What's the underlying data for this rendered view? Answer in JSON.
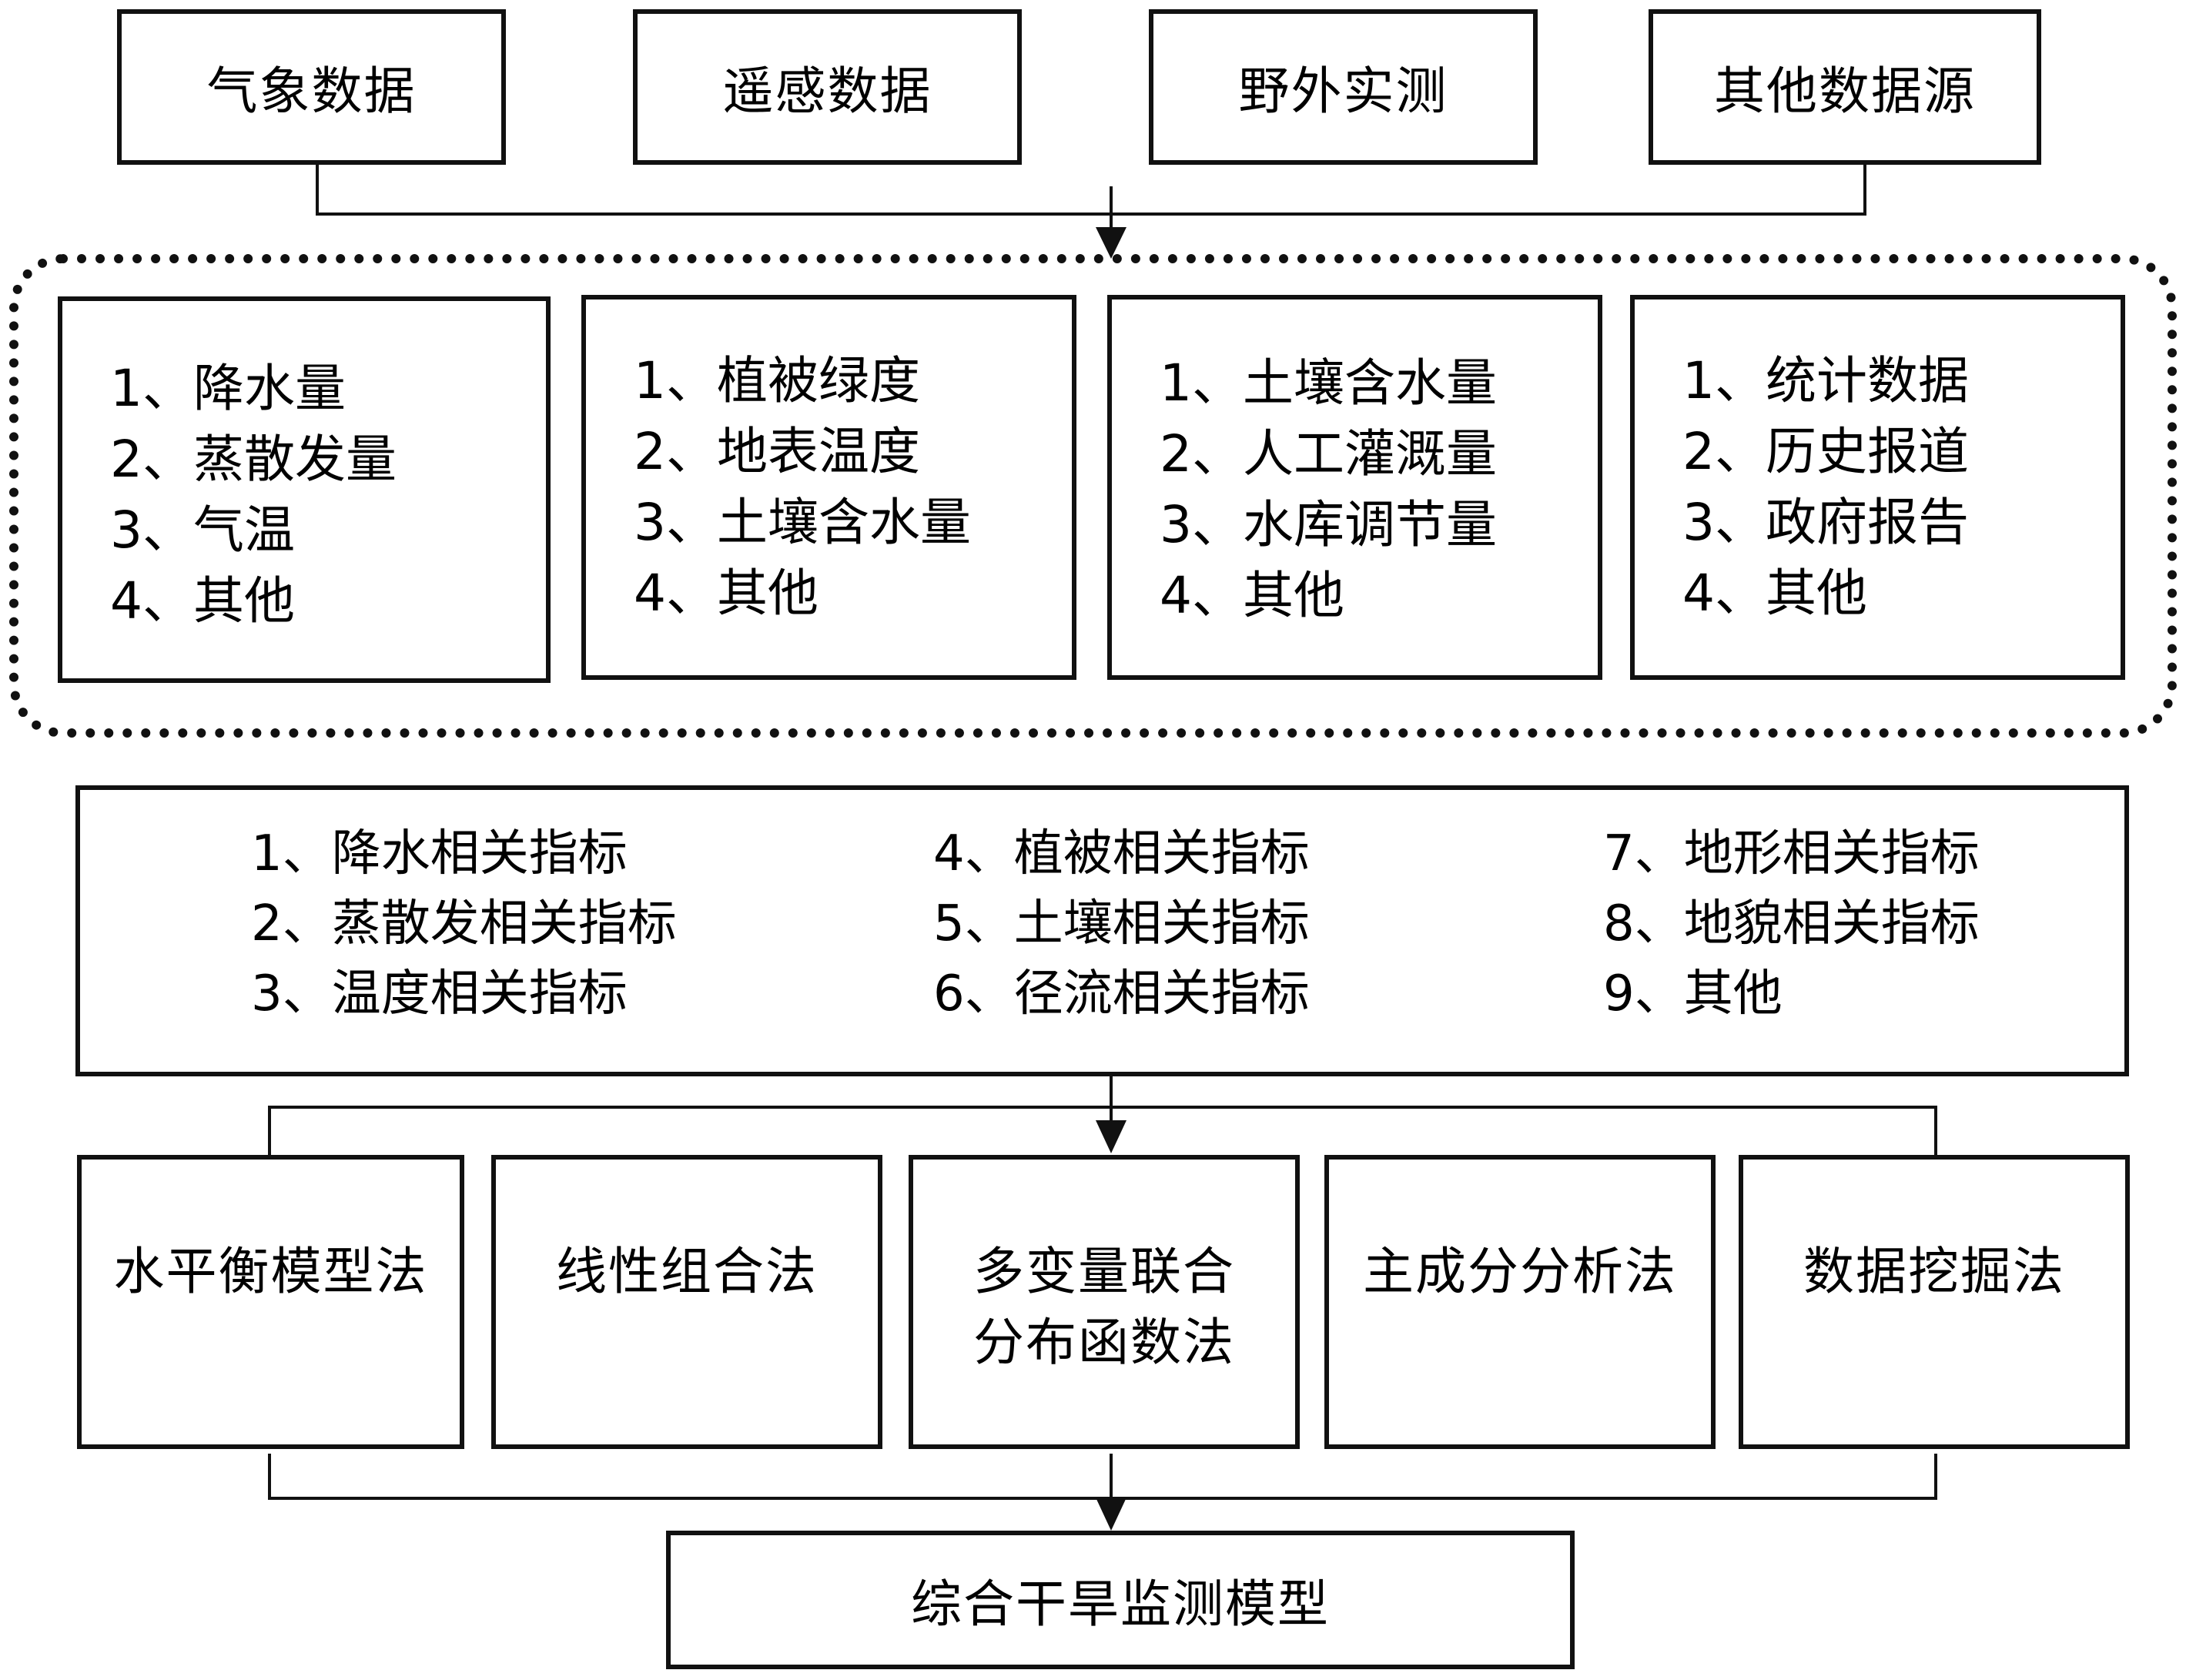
{
  "sources": [
    {
      "label": "气象数据"
    },
    {
      "label": "遥感数据"
    },
    {
      "label": "野外实测"
    },
    {
      "label": "其他数据源"
    }
  ],
  "detail_groups": [
    {
      "items": [
        "1、降水量",
        "2、蒸散发量",
        "3、气温",
        "4、其他"
      ]
    },
    {
      "items": [
        "1、植被绿度",
        "2、地表温度",
        "3、土壤含水量",
        "4、其他"
      ]
    },
    {
      "items": [
        "1、土壤含水量",
        "2、人工灌溉量",
        "3、水库调节量",
        "4、其他"
      ]
    },
    {
      "items": [
        "1、统计数据",
        "2、历史报道",
        "3、政府报告",
        "4、其他"
      ]
    }
  ],
  "indices": {
    "col1": [
      "1、降水相关指标",
      "2、蒸散发相关指标",
      "3、温度相关指标"
    ],
    "col2": [
      "4、植被相关指标",
      "5、土壤相关指标",
      "6、径流相关指标"
    ],
    "col3": [
      "7、地形相关指标",
      "8、地貌相关指标",
      "9、其他"
    ]
  },
  "methods": [
    {
      "line1": "水平衡模型法",
      "line2": ""
    },
    {
      "line1": "线性组合法",
      "line2": ""
    },
    {
      "line1": "多变量联合",
      "line2": "分布函数法"
    },
    {
      "line1": "主成分分析法",
      "line2": ""
    },
    {
      "line1": "数据挖掘法",
      "line2": ""
    }
  ],
  "final": {
    "label": "综合干旱监测模型"
  }
}
